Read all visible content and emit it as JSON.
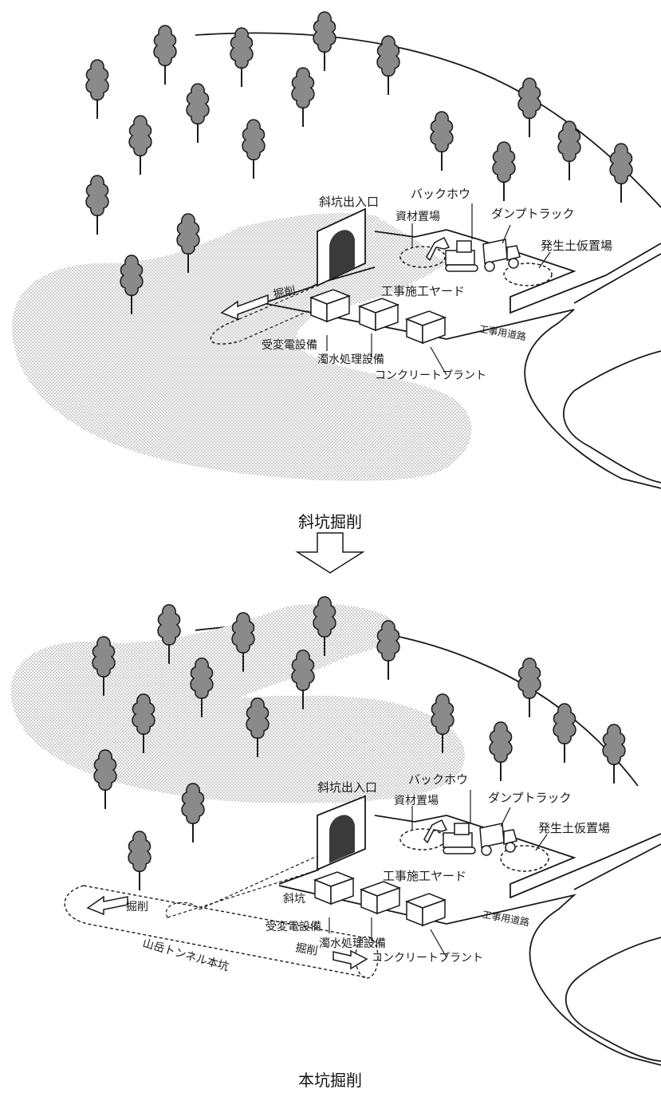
{
  "panels": [
    {
      "caption": "斜坑掘削",
      "labels": {
        "incline_entrance": "斜坑出入口",
        "backhoe": "バックホウ",
        "material_yard": "資材置場",
        "dump_truck": "ダンプトラック",
        "spoil_yard": "発生土仮置場",
        "construction_yard": "工事施工ヤード",
        "excavation": "掘削",
        "substation": "受変電設備",
        "water_treatment": "濁水処理設備",
        "concrete_plant": "コンクリートプラント",
        "road": "工事用道路"
      }
    },
    {
      "caption": "本坑掘削",
      "labels": {
        "incline_entrance": "斜坑出入口",
        "backhoe": "バックホウ",
        "material_yard": "資材置場",
        "dump_truck": "ダンプトラック",
        "spoil_yard": "発生土仮置場",
        "construction_yard": "工事施工ヤード",
        "incline": "斜坑",
        "excavation_left": "掘削",
        "excavation_right": "掘削",
        "substation": "受変電設備",
        "water_treatment": "濁水処理設備",
        "concrete_plant": "コンクリートプラント",
        "road": "工事用道路",
        "main_tunnel": "山岳トンネル本坑"
      }
    }
  ],
  "colors": {
    "tree_fill": "#8a8a8a",
    "stipple": "#9a9a9a",
    "tunnel_mouth": "#3a3a3a",
    "line": "#1a1a1a"
  }
}
